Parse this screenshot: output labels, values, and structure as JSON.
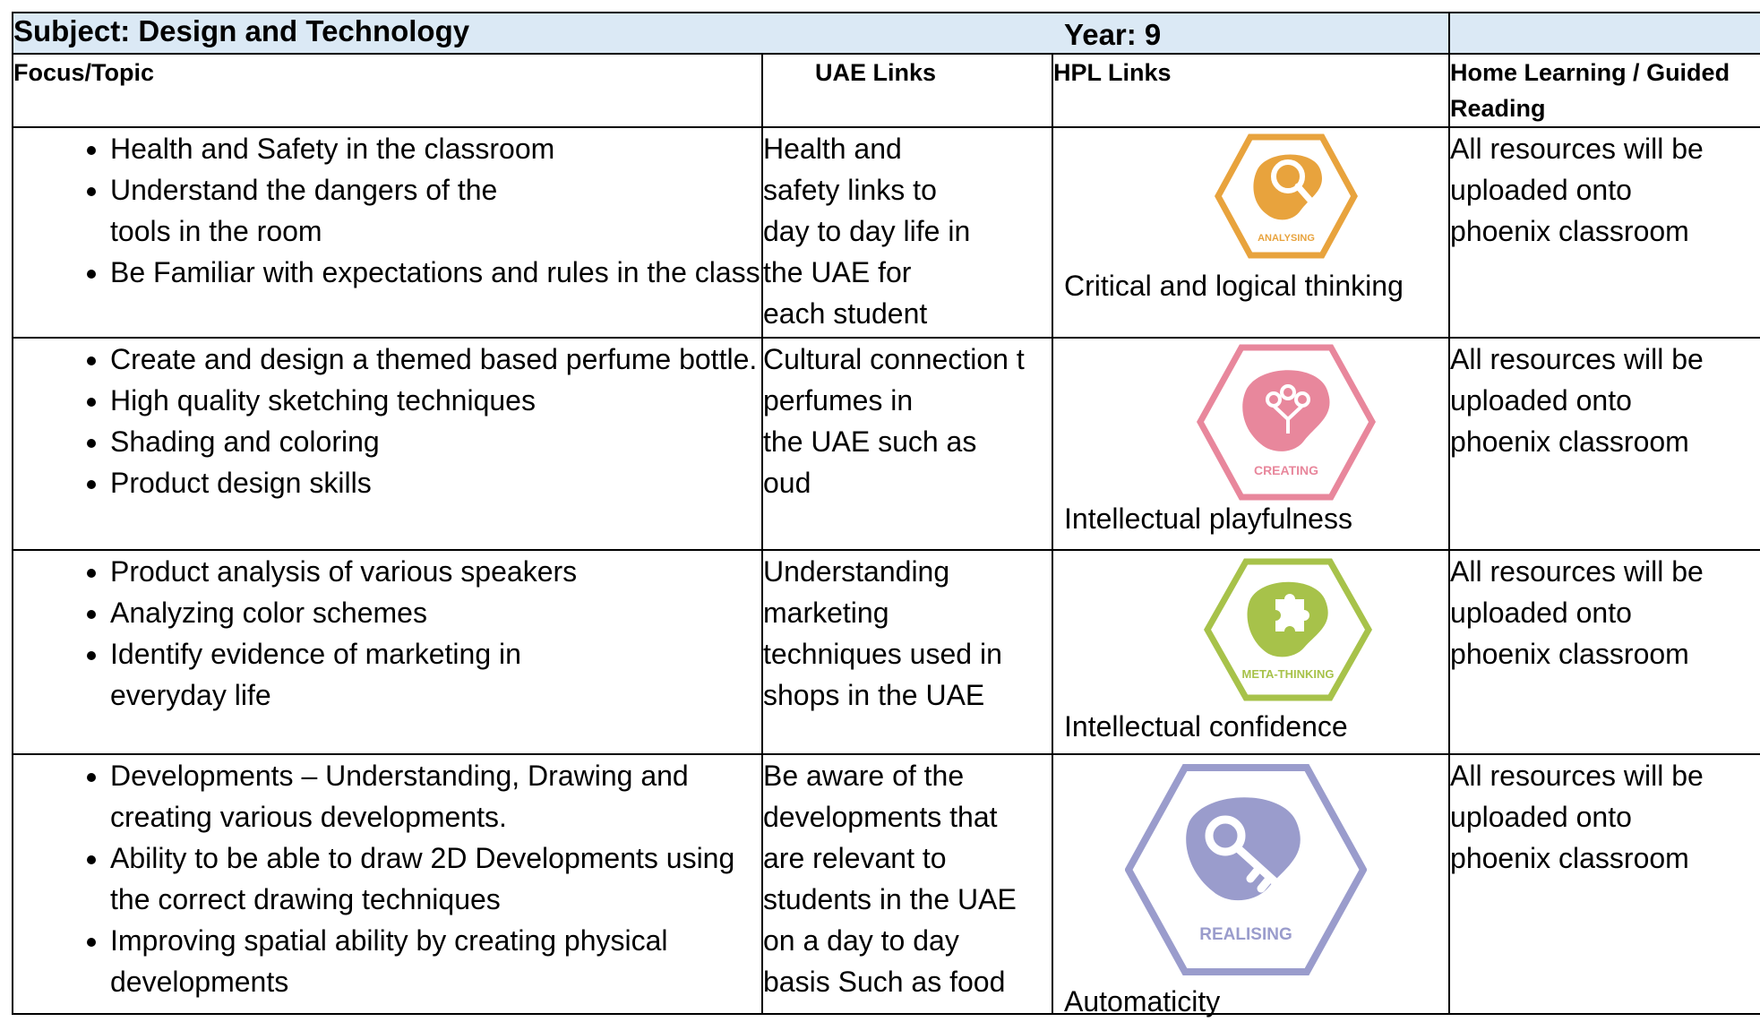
{
  "header": {
    "subject": "Subject: Design and Technology",
    "year": "Year: 9"
  },
  "columns": {
    "focus": "Focus/Topic",
    "uae": "UAE Links",
    "hpl": "HPL Links",
    "home": "Home Learning / Guided Reading"
  },
  "rows": [
    {
      "topics": [
        "Health and Safety in the classroom",
        "Understand the dangers of the\ntools in the room",
        "Be Familiar with expectations and rules in the class"
      ],
      "uae": "Health and\nsafety links to\nday to day life in\nthe UAE for\neach student",
      "hpl_icon_label": "ANALYSING",
      "hpl_icon": "magnifier-icon",
      "hpl_caption": "Critical and logical thinking",
      "home": "All resources will be\nuploaded onto\nphoenix classroom",
      "color": "#e8a33d"
    },
    {
      "topics": [
        "Create and design a themed based perfume bottle.",
        "High quality sketching techniques",
        "Shading and coloring",
        "Product design skills"
      ],
      "uae": "Cultural connection t\nperfumes in\nthe UAE such as\noud",
      "hpl_icon_label": "CREATING",
      "hpl_icon": "flower-icon",
      "hpl_caption": "Intellectual playfulness",
      "home": "All resources will be\nuploaded onto\nphoenix classroom",
      "color": "#e8879c"
    },
    {
      "topics": [
        "Product analysis of various speakers",
        "Analyzing color schemes",
        "Identify evidence of marketing in\neveryday life"
      ],
      "uae": "Understanding\nmarketing\ntechniques used in\nshops in the UAE",
      "hpl_icon_label": "META-THINKING",
      "hpl_icon": "puzzle-icon",
      "hpl_caption": "Intellectual confidence",
      "home": "All resources will be\nuploaded onto\nphoenix classroom",
      "color": "#a7c24a"
    },
    {
      "topics": [
        "Developments – Understanding, Drawing and creating various developments.",
        "Ability to be able to draw 2D Developments using the correct drawing techniques",
        "Improving spatial ability by creating physical developments"
      ],
      "uae": "Be aware of the\ndevelopments that\nare relevant to\nstudents in the UAE\non a day to day\nbasis Such as food",
      "hpl_icon_label": "REALISING",
      "hpl_icon": "key-icon",
      "hpl_caption": "Automaticity",
      "home": "All resources will be\nuploaded onto\nphoenix classroom",
      "color": "#9a9ccc"
    }
  ]
}
